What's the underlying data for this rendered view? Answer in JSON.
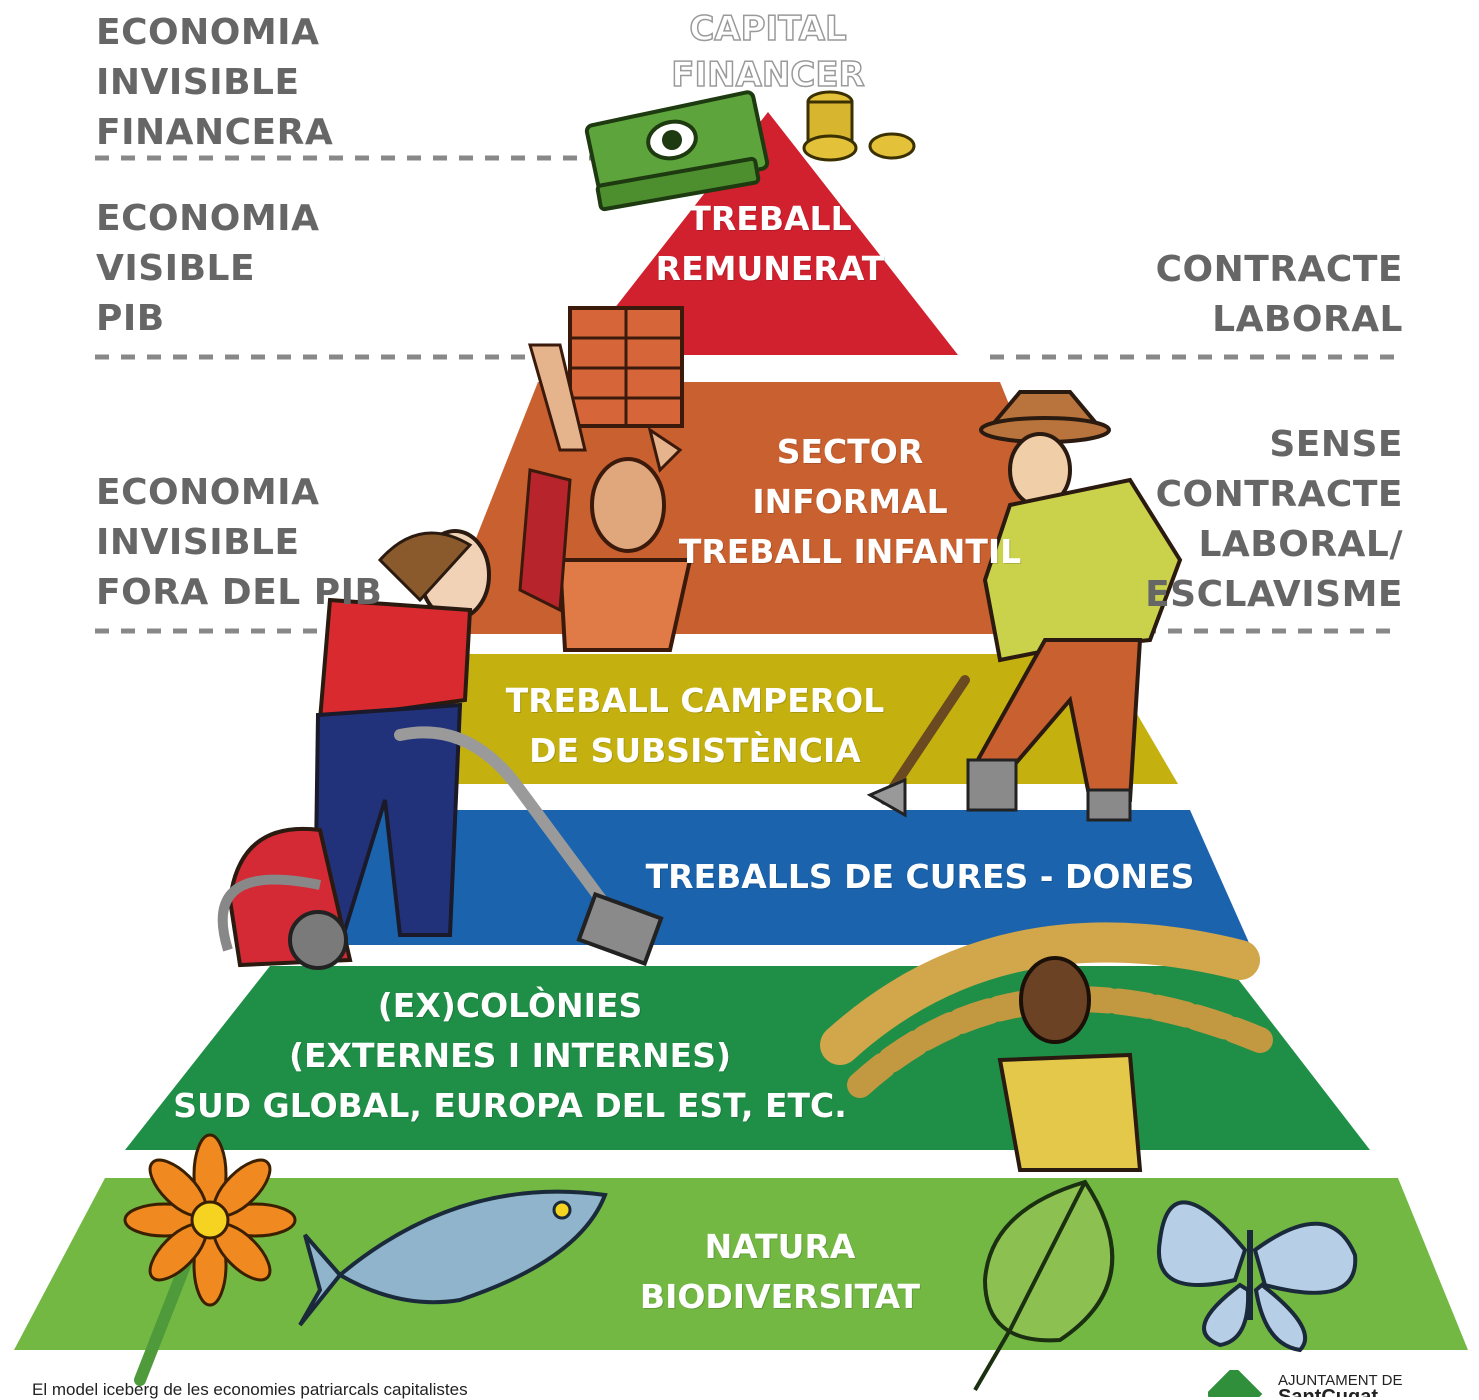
{
  "left_labels": {
    "financial": [
      "ECONOMIA",
      "INVISIBLE",
      "FINANCERA"
    ],
    "visible": [
      "ECONOMIA",
      "VISIBLE",
      "PIB"
    ],
    "invisible": [
      "ECONOMIA",
      "INVISIBLE",
      "FORA DEL PIB"
    ]
  },
  "right_labels": {
    "contract": [
      "CONTRACTE",
      "LABORAL"
    ],
    "no_contract": [
      "SENSE",
      "CONTRACTE",
      "LABORAL/",
      "ESCLAVISME"
    ]
  },
  "peak": [
    "CAPITAL",
    "FINANCER"
  ],
  "tiers": [
    {
      "id": "paid",
      "color": "#d1202e",
      "lines": [
        "TREBALL",
        "REMUNERAT"
      ]
    },
    {
      "id": "informal",
      "color": "#c9602f",
      "lines": [
        "SECTOR",
        "INFORMAL",
        "TREBALL INFANTIL"
      ]
    },
    {
      "id": "subsistence",
      "color": "#c4b110",
      "lines": [
        "TREBALL CAMPEROL",
        "DE SUBSISTÈNCIA"
      ]
    },
    {
      "id": "care",
      "color": "#1b64ad",
      "lines": [
        "TREBALLS DE CURES - DONES"
      ]
    },
    {
      "id": "colonies",
      "color": "#1f8f47",
      "lines": [
        "(EX)COLÒNIES",
        "(EXTERNES I INTERNES)",
        "SUD GLOBAL, EUROPA DEL EST, ETC."
      ]
    },
    {
      "id": "nature",
      "color": "#72b843",
      "lines": [
        "NATURA",
        "BIODIVERSITAT"
      ]
    }
  ],
  "caption": "El model iceberg de les economies patriarcals capitalistes",
  "logo": {
    "line1": "AJUNTAMENT DE",
    "line2": "SantCugat"
  },
  "colors": {
    "label_gray": "#666666",
    "divider": "#888888"
  },
  "illustrations": [
    "money-icon",
    "coins-icon",
    "bricks-icon",
    "child-worker-icon",
    "woman-vacuum-icon",
    "farmer-hoe-icon",
    "man-firewood-icon",
    "flower-icon",
    "fish-icon",
    "leaf-icon",
    "butterfly-icon"
  ]
}
